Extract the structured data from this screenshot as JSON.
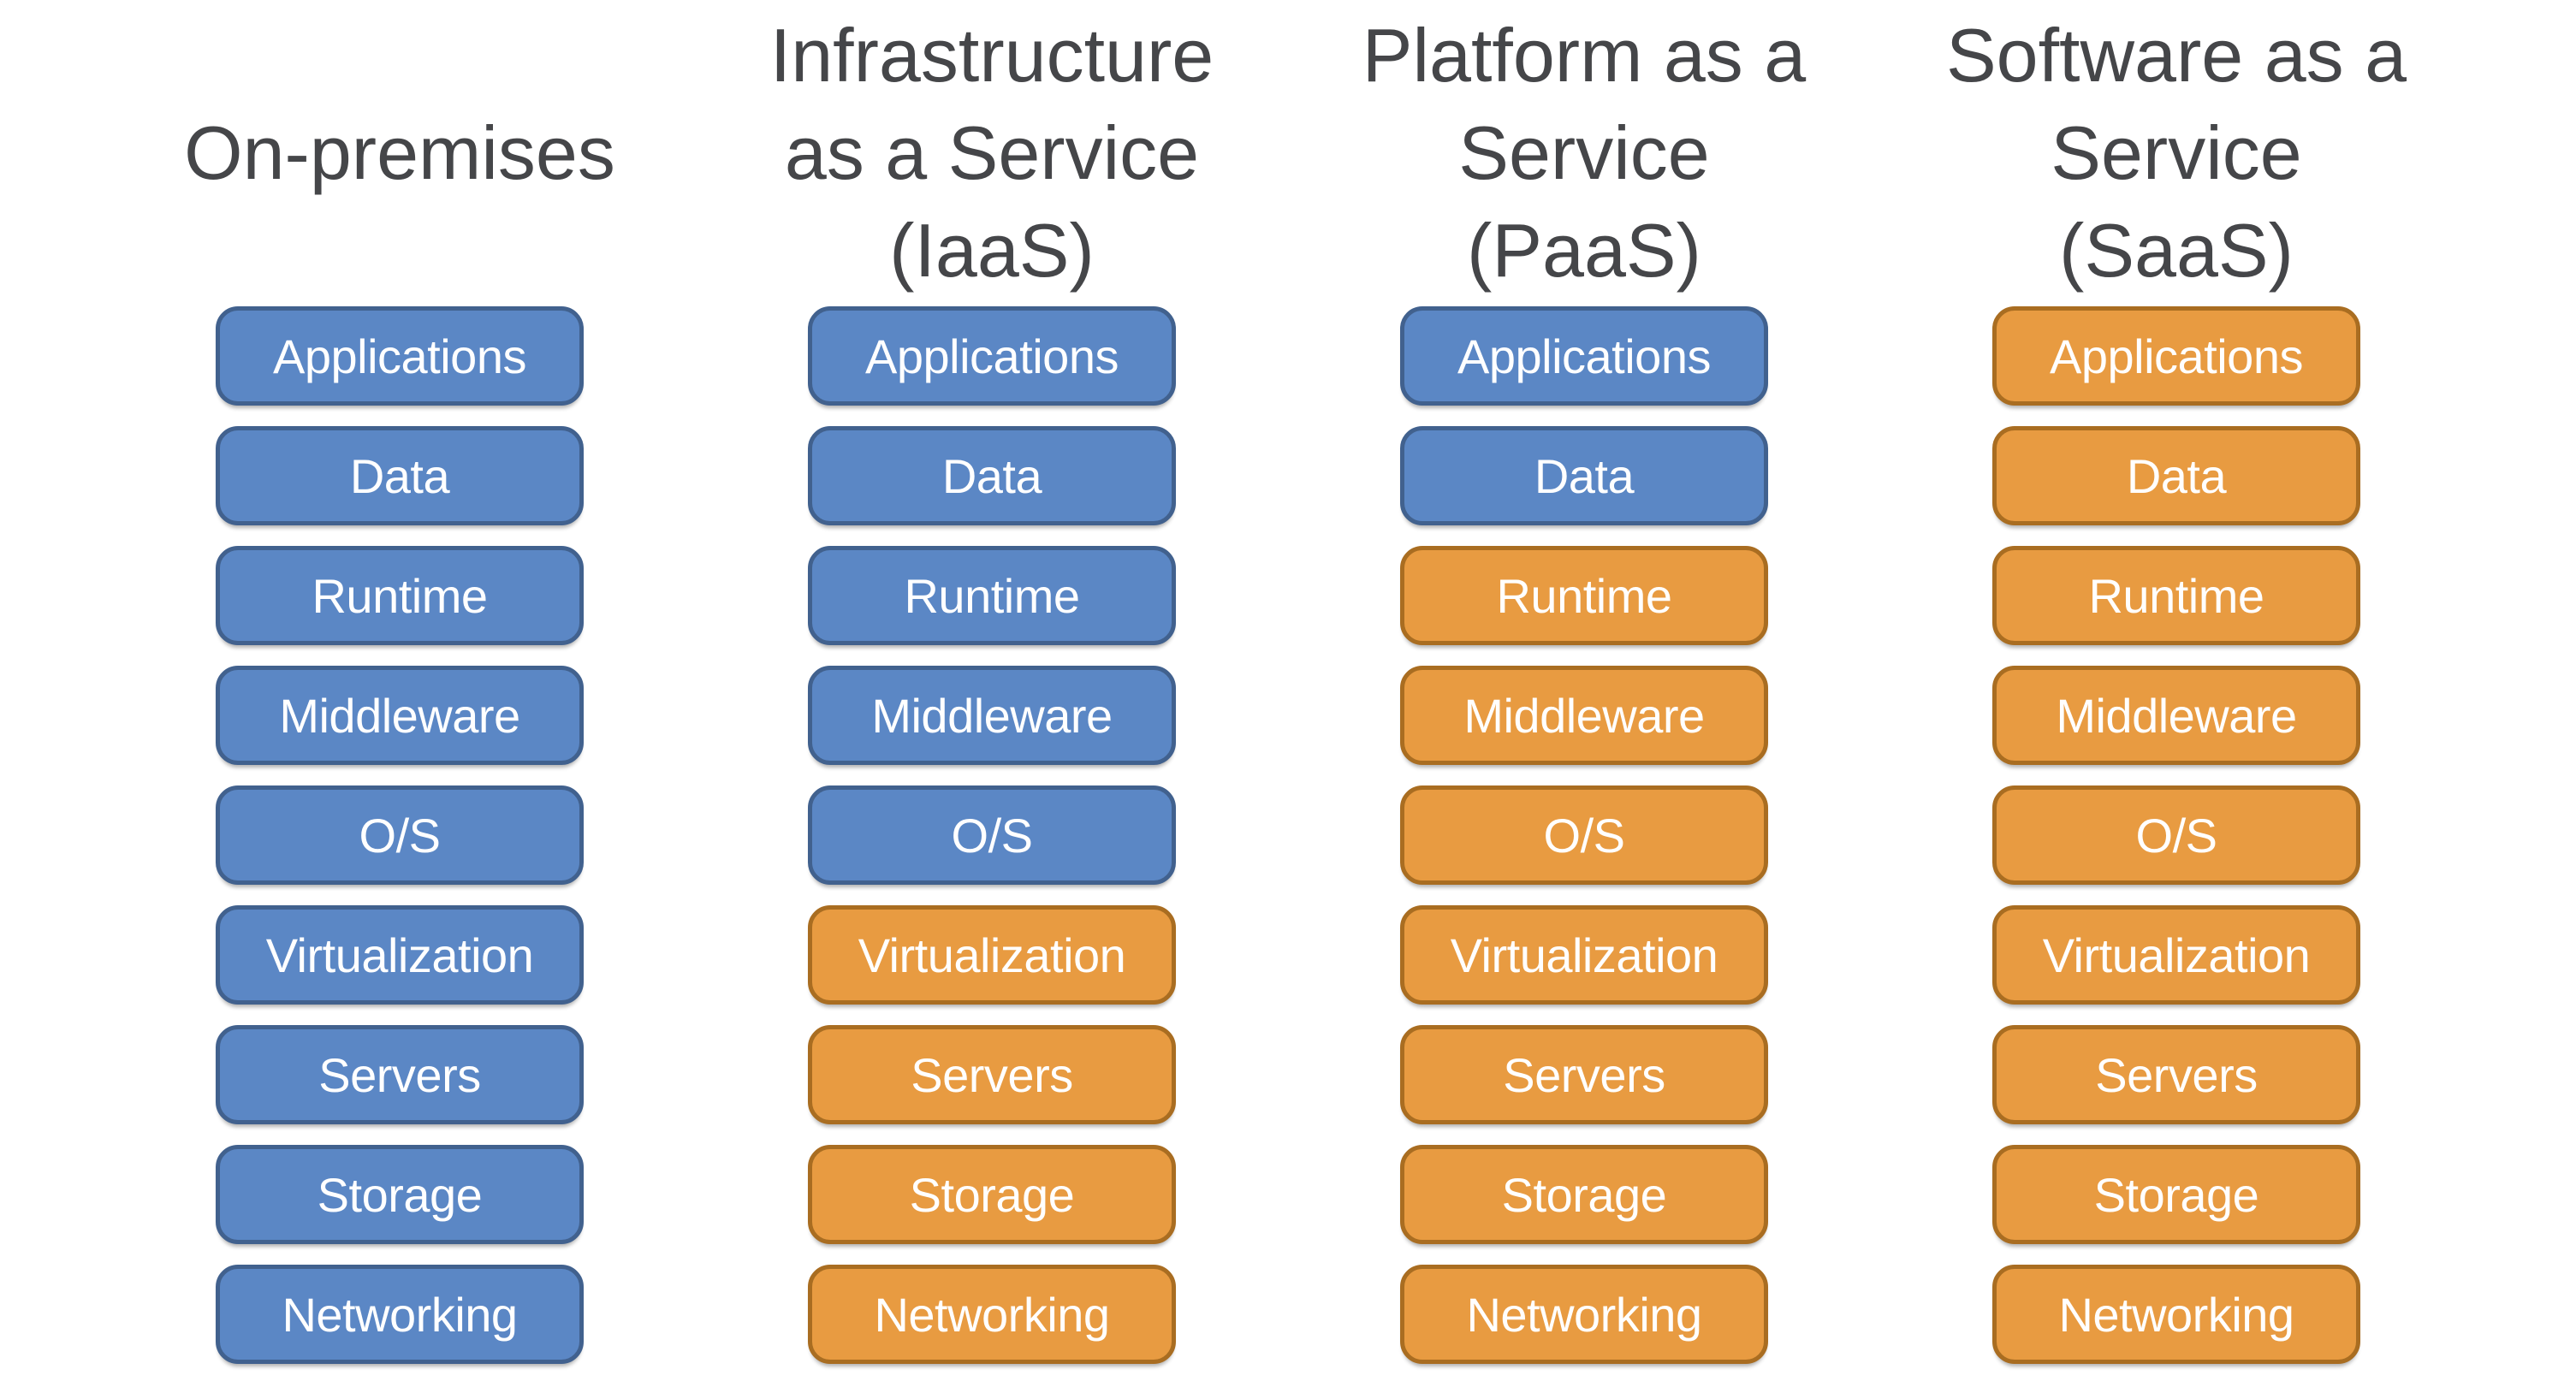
{
  "colors": {
    "blue_fill": "#5B87C5",
    "blue_border": "#41618E",
    "orange_fill": "#E89B41",
    "orange_border": "#A96D21",
    "header_text": "#454649",
    "box_text": "#FFFFFF",
    "background": "#FFFFFF"
  },
  "layers": [
    "Applications",
    "Data",
    "Runtime",
    "Middleware",
    "O/S",
    "Virtualization",
    "Servers",
    "Storage",
    "Networking"
  ],
  "columns": [
    {
      "id": "on-premises",
      "title": "On-premises",
      "boxes": [
        {
          "label": "Applications",
          "variant": "blue"
        },
        {
          "label": "Data",
          "variant": "blue"
        },
        {
          "label": "Runtime",
          "variant": "blue"
        },
        {
          "label": "Middleware",
          "variant": "blue"
        },
        {
          "label": "O/S",
          "variant": "blue"
        },
        {
          "label": "Virtualization",
          "variant": "blue"
        },
        {
          "label": "Servers",
          "variant": "blue"
        },
        {
          "label": "Storage",
          "variant": "blue"
        },
        {
          "label": "Networking",
          "variant": "blue"
        }
      ]
    },
    {
      "id": "iaas",
      "title": "Infrastructure\nas a Service\n(IaaS)",
      "boxes": [
        {
          "label": "Applications",
          "variant": "blue"
        },
        {
          "label": "Data",
          "variant": "blue"
        },
        {
          "label": "Runtime",
          "variant": "blue"
        },
        {
          "label": "Middleware",
          "variant": "blue"
        },
        {
          "label": "O/S",
          "variant": "blue"
        },
        {
          "label": "Virtualization",
          "variant": "orange"
        },
        {
          "label": "Servers",
          "variant": "orange"
        },
        {
          "label": "Storage",
          "variant": "orange"
        },
        {
          "label": "Networking",
          "variant": "orange"
        }
      ]
    },
    {
      "id": "paas",
      "title": "Platform as a\nService\n(PaaS)",
      "boxes": [
        {
          "label": "Applications",
          "variant": "blue"
        },
        {
          "label": "Data",
          "variant": "blue"
        },
        {
          "label": "Runtime",
          "variant": "orange"
        },
        {
          "label": "Middleware",
          "variant": "orange"
        },
        {
          "label": "O/S",
          "variant": "orange"
        },
        {
          "label": "Virtualization",
          "variant": "orange"
        },
        {
          "label": "Servers",
          "variant": "orange"
        },
        {
          "label": "Storage",
          "variant": "orange"
        },
        {
          "label": "Networking",
          "variant": "orange"
        }
      ]
    },
    {
      "id": "saas",
      "title": "Software as a\nService\n(SaaS)",
      "boxes": [
        {
          "label": "Applications",
          "variant": "orange"
        },
        {
          "label": "Data",
          "variant": "orange"
        },
        {
          "label": "Runtime",
          "variant": "orange"
        },
        {
          "label": "Middleware",
          "variant": "orange"
        },
        {
          "label": "O/S",
          "variant": "orange"
        },
        {
          "label": "Virtualization",
          "variant": "orange"
        },
        {
          "label": "Servers",
          "variant": "orange"
        },
        {
          "label": "Storage",
          "variant": "orange"
        },
        {
          "label": "Networking",
          "variant": "orange"
        }
      ]
    }
  ]
}
